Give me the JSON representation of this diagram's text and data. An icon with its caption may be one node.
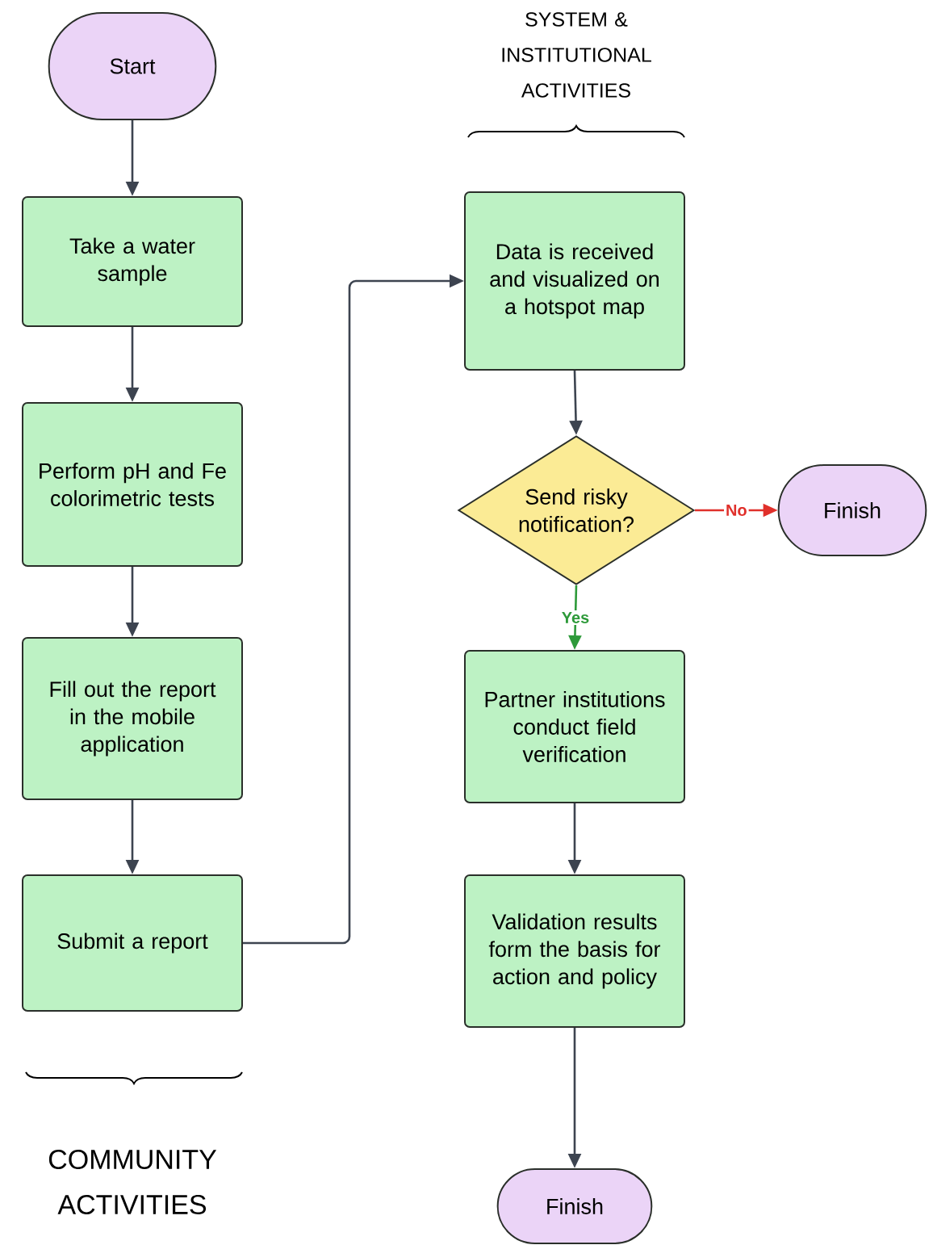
{
  "diagram": {
    "nodes": [
      {
        "text": [
          "Start"
        ]
      },
      {
        "text": [
          "Take a water sample"
        ]
      },
      {
        "text": [
          "Perform pH and Fe colorimetric tests"
        ]
      },
      {
        "text": [
          "Fill out the report in the mobile application"
        ]
      },
      {
        "text": [
          "Submit a report"
        ]
      },
      {
        "text": [
          "Data is received and visualized on a hotspot map"
        ]
      },
      {
        "text": [
          "Send risky notification?"
        ]
      },
      {
        "text": [
          "Finish"
        ]
      },
      {
        "text": [
          "Partner institutions conduct field verification"
        ]
      },
      {
        "text": [
          "Validation results form the basis for action and policy"
        ]
      },
      {
        "text": [
          "Finish"
        ]
      }
    ],
    "edges": [
      {
        "from": 0,
        "to": 1,
        "arrow": "to"
      },
      {
        "from": 1,
        "to": 2,
        "arrow": "to"
      },
      {
        "from": 2,
        "to": 3,
        "arrow": "to"
      },
      {
        "from": 3,
        "to": 4,
        "arrow": "to"
      },
      {
        "from": 4,
        "to": 5,
        "arrow": "to"
      },
      {
        "from": 5,
        "to": 6,
        "arrow": "to"
      },
      {
        "from": 6,
        "to": 7,
        "arrow": "to",
        "label": "No",
        "color": "#e0302b"
      },
      {
        "from": 6,
        "to": 8,
        "arrow": "to",
        "label": "Yes",
        "color": "#2e9a3a"
      },
      {
        "from": 8,
        "to": 9,
        "arrow": "to"
      },
      {
        "from": 9,
        "to": 10,
        "arrow": "to"
      }
    ],
    "labels": [
      "SYSTEM & INSTITUTIONAL ACTIVITIES",
      "COMMUNITY ACTIVITIES"
    ]
  }
}
